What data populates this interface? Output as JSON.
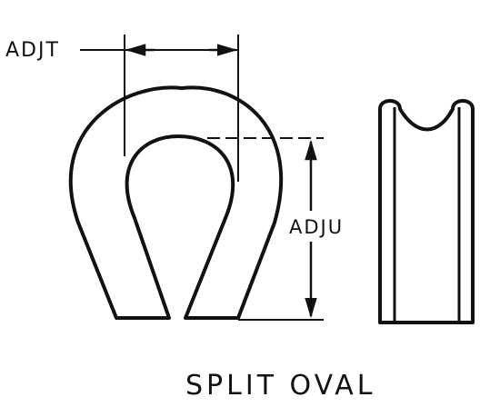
{
  "figure": {
    "labels": {
      "thickness": "ADJT",
      "height": "ADJU"
    },
    "caption": "SPLIT OVAL"
  },
  "colors": {
    "ink": "#111111",
    "background": "#ffffff"
  }
}
